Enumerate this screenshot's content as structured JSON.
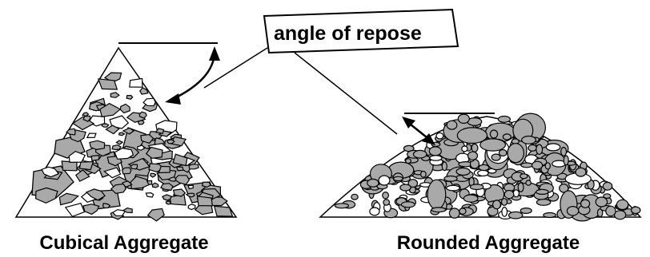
{
  "callout": {
    "label": "angle of repose"
  },
  "piles": {
    "cubical": {
      "caption": "Cubical Aggregate"
    },
    "rounded": {
      "caption": "Rounded Aggregate"
    }
  },
  "colors": {
    "stone_fill": "#a9a9a9",
    "stone_outline": "#000000",
    "line": "#000000",
    "background": "#ffffff"
  }
}
